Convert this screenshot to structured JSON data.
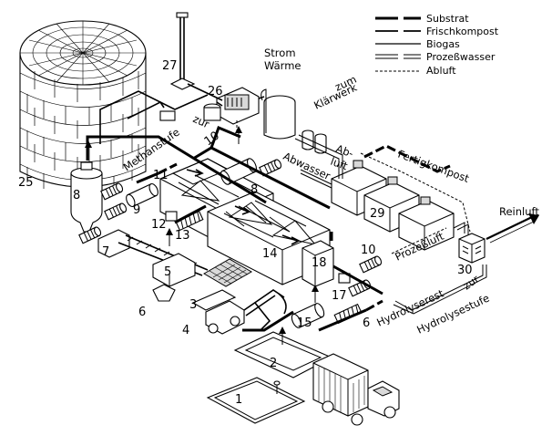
{
  "legend": {
    "substrate": "Substrat",
    "fresh_compost": "Frischkompost",
    "biogas": "Biogas",
    "process_water": "Prozeßwasser",
    "exhaust_air": "Abluft"
  },
  "labels": {
    "power": "Strom",
    "heat": "Wärme",
    "to_treatment_1": "zum",
    "to_treatment_2": "Klärwerk",
    "methane_stage_pre": "zur",
    "methane_stage": "Methanstufe",
    "exhaust_air_1": "Ab-",
    "exhaust_air_2": "luft",
    "wastewater": "Abwasser",
    "finished_compost": "Fertigkompost",
    "process_air": "Prozeßluft",
    "clean_air": "Reinluft",
    "hydrolysis_residue": "Hydrolyserest",
    "to_hydrolysis_1": "zur",
    "to_hydrolysis_2": "Hydrolysestufe"
  },
  "numbers": {
    "n1": "1",
    "n2": "2",
    "n3": "3",
    "n4": "4",
    "n5": "5",
    "n6": "6",
    "n6b": "6",
    "n7": "7",
    "n8": "8",
    "n8b": "8",
    "n9": "9",
    "n10": "10",
    "n10b": "10",
    "n11": "11",
    "n12": "12",
    "n13": "13",
    "n14": "14",
    "n15": "15",
    "n17": "17",
    "n18": "18",
    "n25": "25",
    "n26": "26",
    "n27": "27",
    "n29": "29",
    "n30": "30"
  }
}
